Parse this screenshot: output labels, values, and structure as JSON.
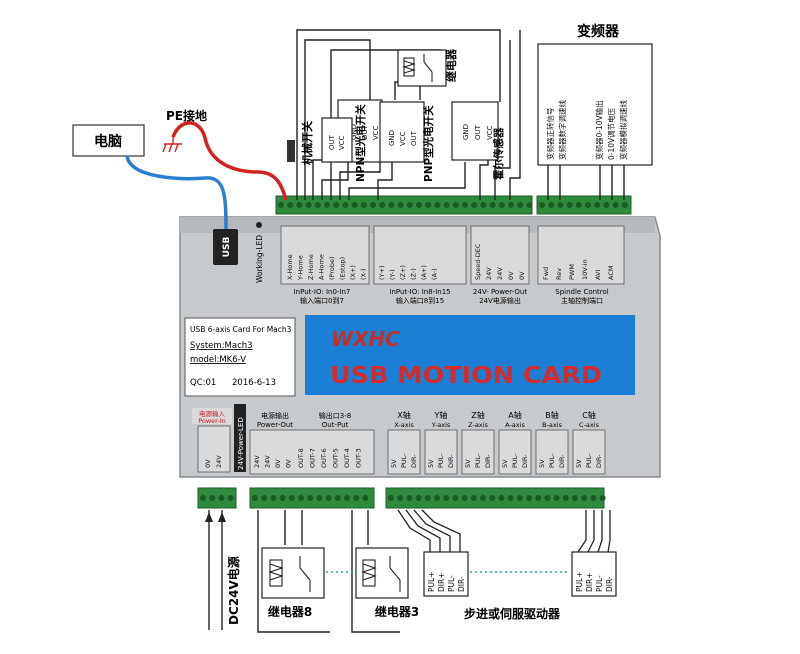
{
  "labels": {
    "computer": "电脑",
    "pe_ground": "PE接地",
    "vfd": "变频器",
    "vfd_lines": [
      "变频器正转信号",
      "变频器数字调速线",
      "变频器0-10V输出",
      "0-10V调节电压",
      "变频器模拟调速线"
    ],
    "mech_switch": "机械开关",
    "npn_switch": "NPN型光电开关",
    "pnp_switch": "PNP型光电开关",
    "hall_sensor": "霍尔传感器",
    "relay_top": "继电器",
    "relay8": "继电器8",
    "relay3": "继电器3",
    "driver": "步进或伺服驱动器",
    "dc24": "DC24V电源",
    "usb": "USB",
    "working_led": "Working-LED",
    "power_led": "24V-Power-LED",
    "card_info": [
      "USB 6-axis Card For Mach3",
      "System:Mach3",
      "model:MK6-V",
      "QC:01",
      "2016-6-13"
    ],
    "brand_logo": "WXHC",
    "card_title": "USB MOTION CARD",
    "input1": "InPut-IO: In0-In7",
    "input1_cn": "输入端口0到7",
    "input2": "InPut-IO: In8-In15",
    "input2_cn": "输入端口8到15",
    "power_out": "24V- Power-Out",
    "power_out_cn": "24V电源输出",
    "spindle": "Spindle Control",
    "spindle_cn": "主轴控制端口",
    "power_in_cn": "电源输入",
    "power_in": "Power-In",
    "power_out2_cn": "电源输出",
    "power_out2": "Power-Out",
    "out_cn": "输出口3-8",
    "out_en": "Out-Put"
  },
  "sensor_pins": {
    "npn": [
      "GND",
      "OUT",
      "VCC"
    ],
    "ou_vcc": [
      "OUT",
      "VCC"
    ],
    "pnp": [
      "GND",
      "VCC",
      "OUT"
    ],
    "hall": [
      "GND",
      "OUT",
      "VCC"
    ]
  },
  "terminals": {
    "input1": [
      "X-Home",
      "Y-Home",
      "Z-Home",
      "A-Home",
      "(Probe)",
      "(Estop)",
      "(X+)",
      "(X-)"
    ],
    "input2": [
      "(Y+)",
      "(Y-)",
      "(Z+)",
      "(Z-)",
      "(A+)",
      "(A-)",
      "",
      ""
    ],
    "power24": [
      "Speed-DEC",
      "24V",
      "24V",
      "0V",
      "0V"
    ],
    "spindle": [
      "Fwd",
      "Rev",
      "PWM",
      "10V-in",
      "AVI",
      "ACM"
    ],
    "power_in": [
      "0V",
      "24V"
    ],
    "power_out": [
      "24V",
      "24V",
      "0V",
      "0V"
    ],
    "outputs": [
      "OUT-8",
      "OUT-7",
      "OUT-6",
      "OUT-5",
      "OUT-4",
      "OUT-3"
    ]
  },
  "axes": [
    {
      "name": "X轴",
      "en": "X-axis"
    },
    {
      "name": "Y轴",
      "en": "Y-axis"
    },
    {
      "name": "Z轴",
      "en": "Z-axis"
    },
    {
      "name": "A轴",
      "en": "A-axis"
    },
    {
      "name": "B轴",
      "en": "B-axis"
    },
    {
      "name": "C轴",
      "en": "C-axis"
    }
  ],
  "axis_pins": [
    "5V",
    "PUL-",
    "DIR-"
  ],
  "driver_pins": [
    "PUL+",
    "DIR+",
    "PUL-",
    "DIR-"
  ],
  "colors": {
    "board": "#c8cbce",
    "blue_panel": "#1a7fd4",
    "terminal_green": "#2e8b3e",
    "wire_red": "#d42020",
    "wire_blue": "#2a7fd0",
    "logo_red": "#c0302a",
    "title_red": "#d42a2a"
  }
}
